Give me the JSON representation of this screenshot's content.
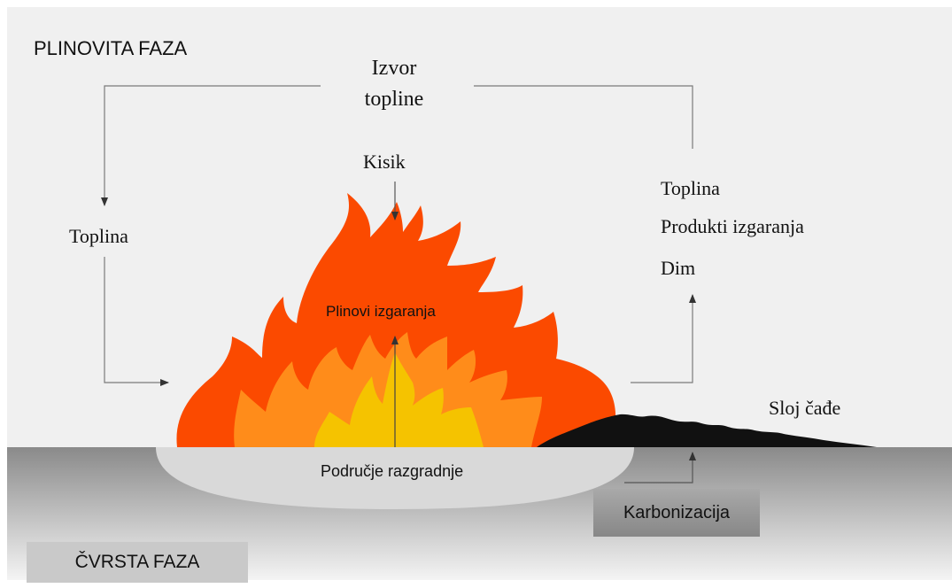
{
  "labels": {
    "gas_phase": "PLINOVITA FAZA",
    "heat_source": "Izvor\ntopline",
    "oxygen": "Kisik",
    "heat_left": "Toplina",
    "heat_right": "Toplina",
    "combustion_products": "Produkti izgaranja",
    "smoke": "Dim",
    "combustion_gases": "Plinovi izgaranja",
    "soot_layer": "Sloj čađe",
    "decomposition_zone": "Područje razgradnje",
    "carbonization": "Karbonizacija",
    "solid_phase": "ČVRSTA FAZA"
  },
  "colors": {
    "gas_background": "#f0f0f0",
    "solid_top": "#8a8a8a",
    "solid_bottom": "#f2f2f2",
    "flame_outer": "#fb4a00",
    "flame_middle": "#ff8c1a",
    "flame_inner": "#f5c300",
    "soot": "#111111",
    "decomposition": "#d9d9d9",
    "carbonization_box": "#9a9a9a",
    "arrow": "#555555"
  }
}
